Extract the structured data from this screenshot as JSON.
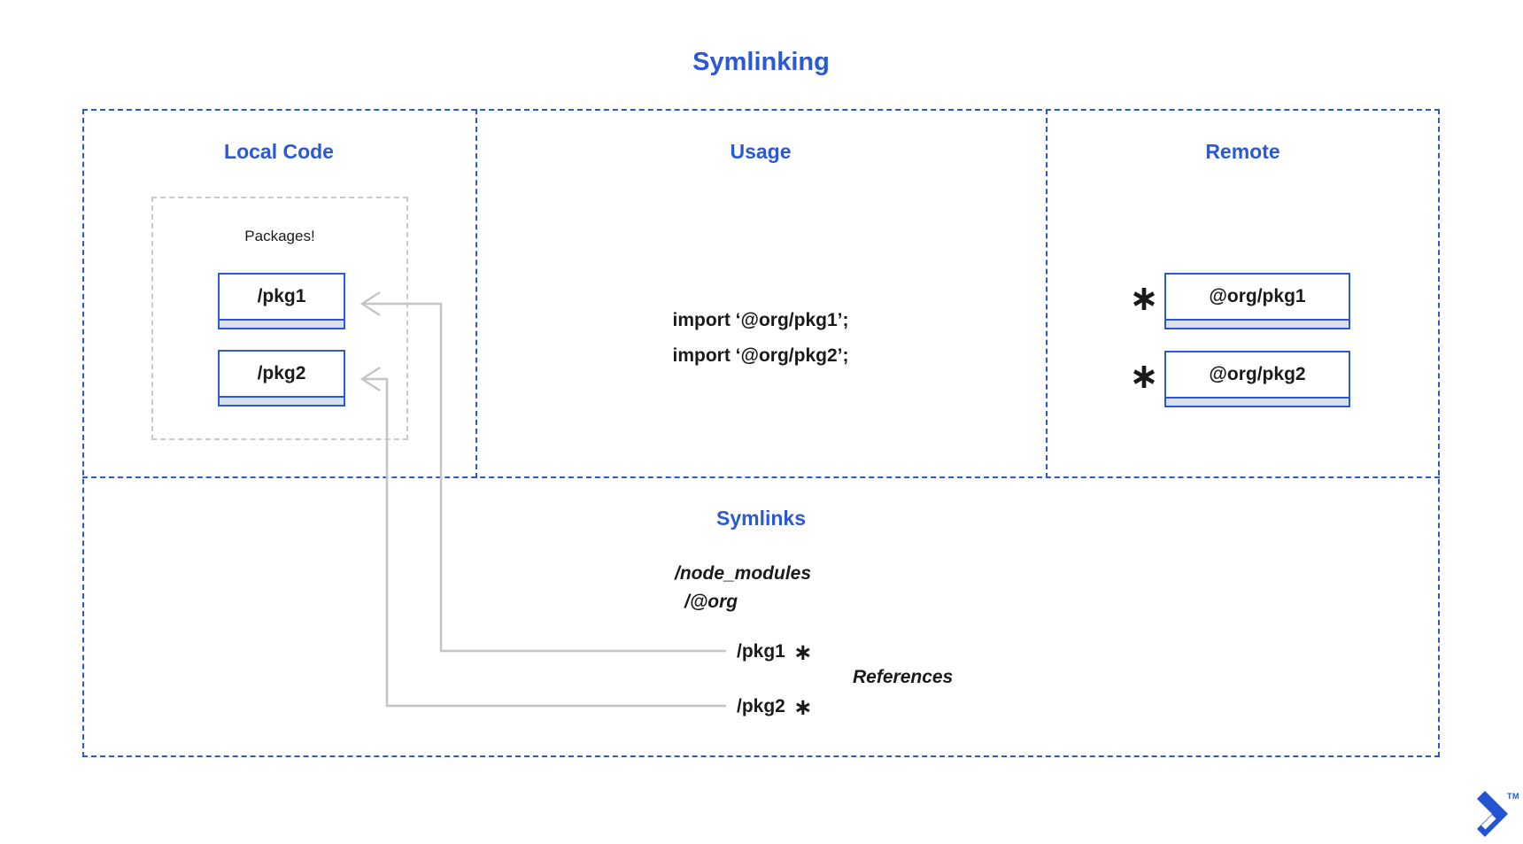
{
  "title": "Symlinking",
  "colors": {
    "accent_blue": "#2B58D8",
    "box_border_blue": "#2B58D8",
    "box_strip_fill": "#D9DFEF",
    "arrow_gray": "#C5C5C8",
    "group_dash_gray": "#C9C9C9",
    "text_black": "#1A1A1A",
    "logo_blue": "#2254D4"
  },
  "sections": {
    "local_code": {
      "heading": "Local Code",
      "packages_box_label": "Packages!",
      "packages": [
        "/pkg1",
        "/pkg2"
      ]
    },
    "usage": {
      "heading": "Usage",
      "imports": [
        "import ‘@org/pkg1’;",
        "import ‘@org/pkg2’;"
      ]
    },
    "remote": {
      "heading": "Remote",
      "items": [
        {
          "marker": "∗",
          "label": "@org/pkg1"
        },
        {
          "marker": "∗",
          "label": "@org/pkg2"
        }
      ]
    },
    "symlinks": {
      "heading": "Symlinks",
      "tree": [
        "/node_modules",
        "/@org"
      ],
      "entries": [
        {
          "label": "/pkg1",
          "marker": "∗"
        },
        {
          "label": "/pkg2",
          "marker": "∗"
        }
      ],
      "annotation": "References"
    }
  },
  "logo": {
    "icon": "toptal-mark",
    "trademark": "TM"
  }
}
